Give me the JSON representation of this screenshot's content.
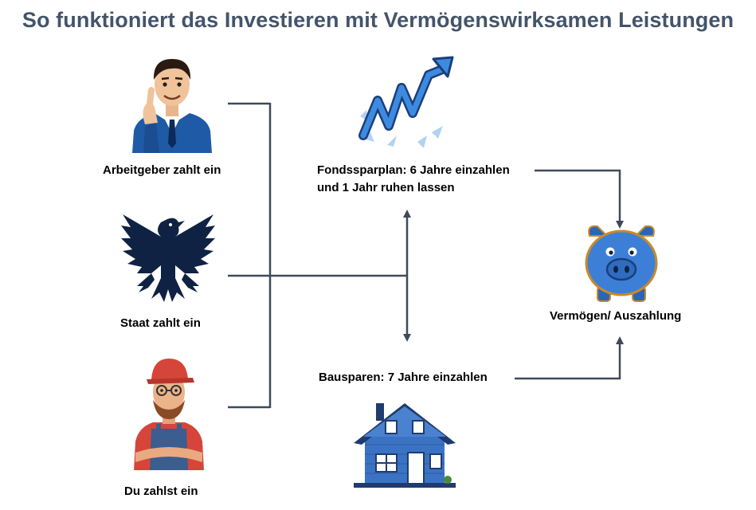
{
  "title": "So funktioniert das Investieren mit Vermögenswirksamen Leistungen",
  "sources": {
    "employer": "Arbeitgeber zahlt ein",
    "state": "Staat zahlt ein",
    "you": "Du zahlst ein"
  },
  "products": {
    "fund_line1": "Fondssparplan: 6 Jahre einzahlen",
    "fund_line2": "und 1 Jahr ruhen lassen",
    "building": "Bausparen: 7 Jahre einzahlen"
  },
  "result": "Vermögen/ Auszahlung",
  "colors": {
    "title": "#44546a",
    "connector": "#3f4a59",
    "suit": "#1f5aa6",
    "eagle": "#0f2244",
    "house": "#3b73c4",
    "piggy": "#3d7fd6"
  }
}
